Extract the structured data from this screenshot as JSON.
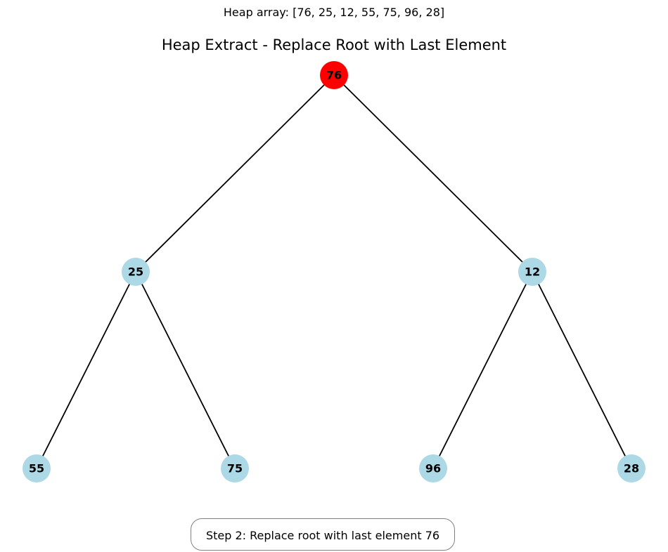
{
  "header": {
    "heap_array_text": "Heap array: [76, 25, 12, 55, 75, 96, 28]"
  },
  "title": "Heap Extract - Replace Root with Last Element",
  "tree": {
    "nodes": [
      {
        "id": "n0",
        "value": "76",
        "highlighted": true
      },
      {
        "id": "n1",
        "value": "25",
        "highlighted": false
      },
      {
        "id": "n2",
        "value": "12",
        "highlighted": false
      },
      {
        "id": "n3",
        "value": "55",
        "highlighted": false
      },
      {
        "id": "n4",
        "value": "75",
        "highlighted": false
      },
      {
        "id": "n5",
        "value": "96",
        "highlighted": false
      },
      {
        "id": "n6",
        "value": "28",
        "highlighted": false
      }
    ],
    "edges": [
      [
        "n0",
        "n1"
      ],
      [
        "n0",
        "n2"
      ],
      [
        "n1",
        "n3"
      ],
      [
        "n1",
        "n4"
      ],
      [
        "n2",
        "n5"
      ],
      [
        "n2",
        "n6"
      ]
    ]
  },
  "colors": {
    "highlight": "#ff0000",
    "node": "#add8e6",
    "edge": "#000000"
  },
  "step": {
    "text": "Step 2: Replace root with last element 76"
  }
}
